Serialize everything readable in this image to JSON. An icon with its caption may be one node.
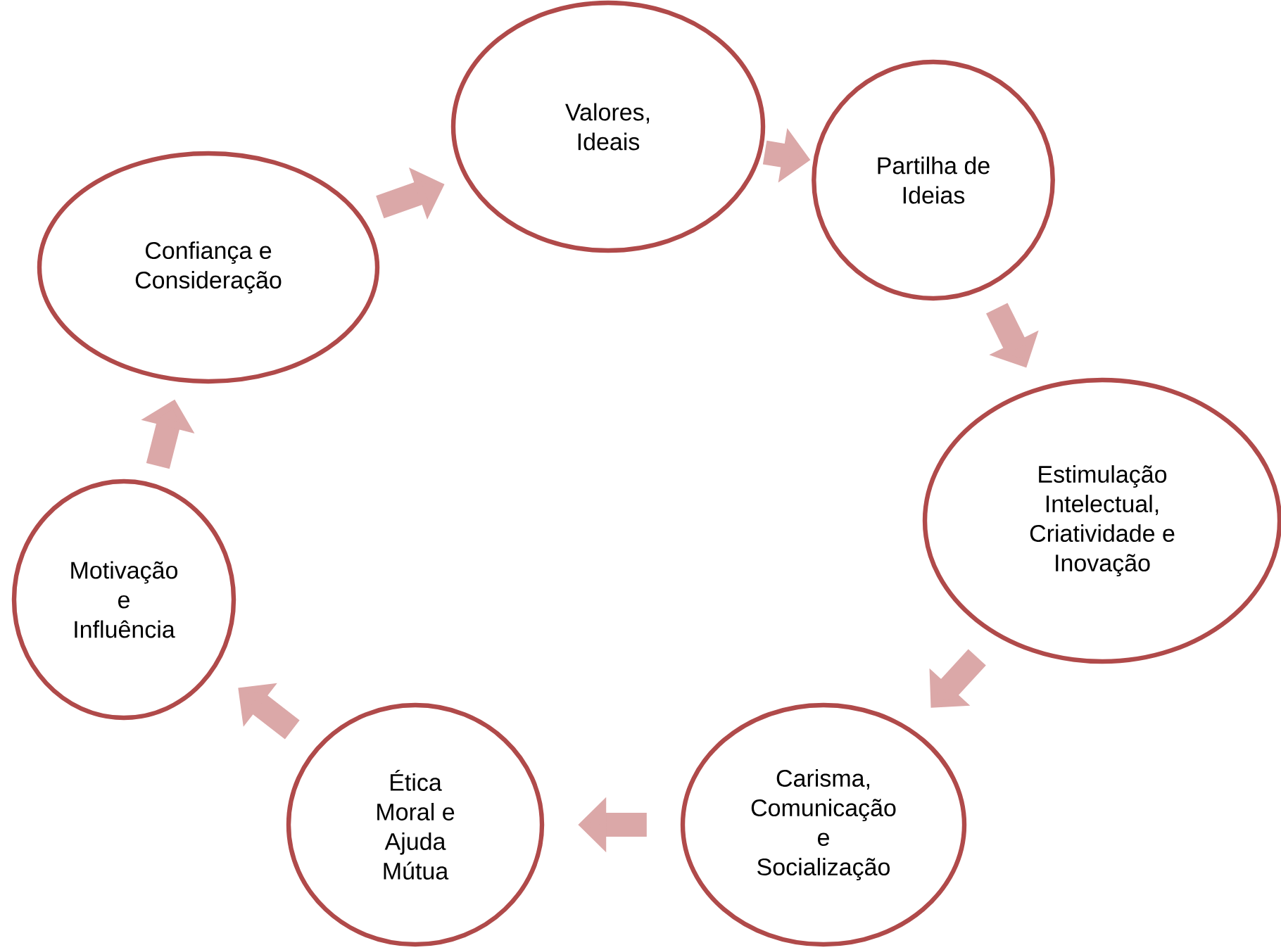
{
  "diagram": {
    "nodes": [
      {
        "text": [
          "Valores, Ideais"
        ]
      },
      {
        "text": [
          "Partilha de Ideias"
        ]
      },
      {
        "text": [
          "Estimulação Intelectual, Criatividade e Inovação"
        ]
      },
      {
        "text": [
          "Carisma, Comunicação e Socialização"
        ]
      },
      {
        "text": [
          "Ética Moral e Ajuda Mútua"
        ]
      },
      {
        "text": [
          "Motivação e Influência"
        ]
      },
      {
        "text": [
          "Confiança e Consideração"
        ]
      }
    ],
    "edges": [
      {
        "from": 0,
        "to": 1,
        "arrow": "to"
      },
      {
        "from": 1,
        "to": 2,
        "arrow": "to"
      },
      {
        "from": 2,
        "to": 3,
        "arrow": "to"
      },
      {
        "from": 3,
        "to": 4,
        "arrow": "to"
      },
      {
        "from": 4,
        "to": 5,
        "arrow": "to"
      },
      {
        "from": 5,
        "to": 6,
        "arrow": "to"
      },
      {
        "from": 6,
        "to": 0,
        "arrow": "to"
      }
    ]
  }
}
